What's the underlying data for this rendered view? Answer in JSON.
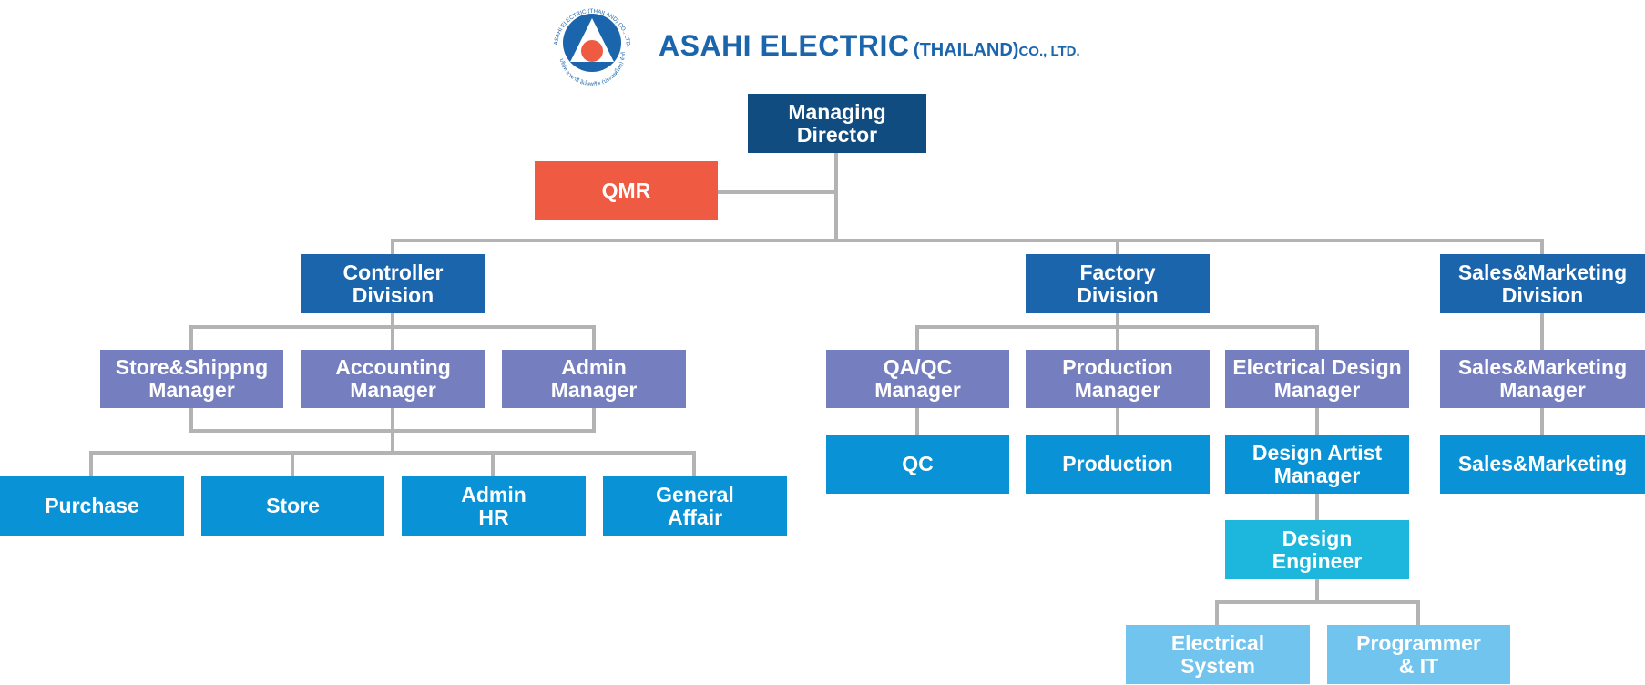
{
  "company": {
    "name_main": "ASAHI ELECTRIC",
    "name_region": "(THAILAND)",
    "name_suffix": "CO., LTD.",
    "seal_text": "ASAHI ELECTRIC (THAILAND) CO., LTD. บริษัท อาซาฮี อิเล็คทริค (ประเทศไทย) จำกัด"
  },
  "colors": {
    "director": "#114c80",
    "qmr": "#ef5a43",
    "division": "#1b65ad",
    "manager": "#757fbf",
    "department": "#0993d6",
    "engineer": "#1db6dc",
    "system": "#70c4ee",
    "connector": "#b3b3b3"
  },
  "nodes": {
    "managing_director": "Managing\nDirector",
    "qmr": "QMR",
    "controller_division": "Controller\nDivision",
    "factory_division": "Factory\nDivision",
    "sales_division": "Sales&Marketing\nDivision",
    "store_shipping_manager": "Store&Shippng\nManager",
    "accounting_manager": "Accounting\nManager",
    "admin_manager": "Admin\nManager",
    "purchase": "Purchase",
    "store": "Store",
    "admin_hr": "Admin\nHR",
    "general_affair": "General\nAffair",
    "qaqc_manager": "QA/QC\nManager",
    "production_manager": "Production\nManager",
    "electrical_design_manager": "Electrical Design\nManager",
    "sales_manager": "Sales&Marketing\nManager",
    "qc": "QC",
    "production": "Production",
    "design_artist_manager": "Design Artist\nManager",
    "sales_marketing": "Sales&Marketing",
    "design_engineer": "Design\nEngineer",
    "electrical_system": "Electrical\nSystem",
    "programmer_it": "Programmer\n& IT"
  }
}
